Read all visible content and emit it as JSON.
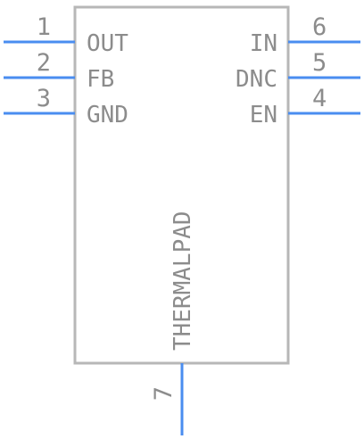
{
  "component": {
    "pins": [
      {
        "number": "1",
        "name": "OUT"
      },
      {
        "number": "2",
        "name": "FB"
      },
      {
        "number": "3",
        "name": "GND"
      },
      {
        "number": "4",
        "name": "EN"
      },
      {
        "number": "5",
        "name": "DNC"
      },
      {
        "number": "6",
        "name": "IN"
      },
      {
        "number": "7",
        "name": "THERMALPAD"
      }
    ],
    "colors": {
      "pin_line": "#4a8df0",
      "outline": "#b7b7b7",
      "text": "#8c8c8c"
    }
  }
}
